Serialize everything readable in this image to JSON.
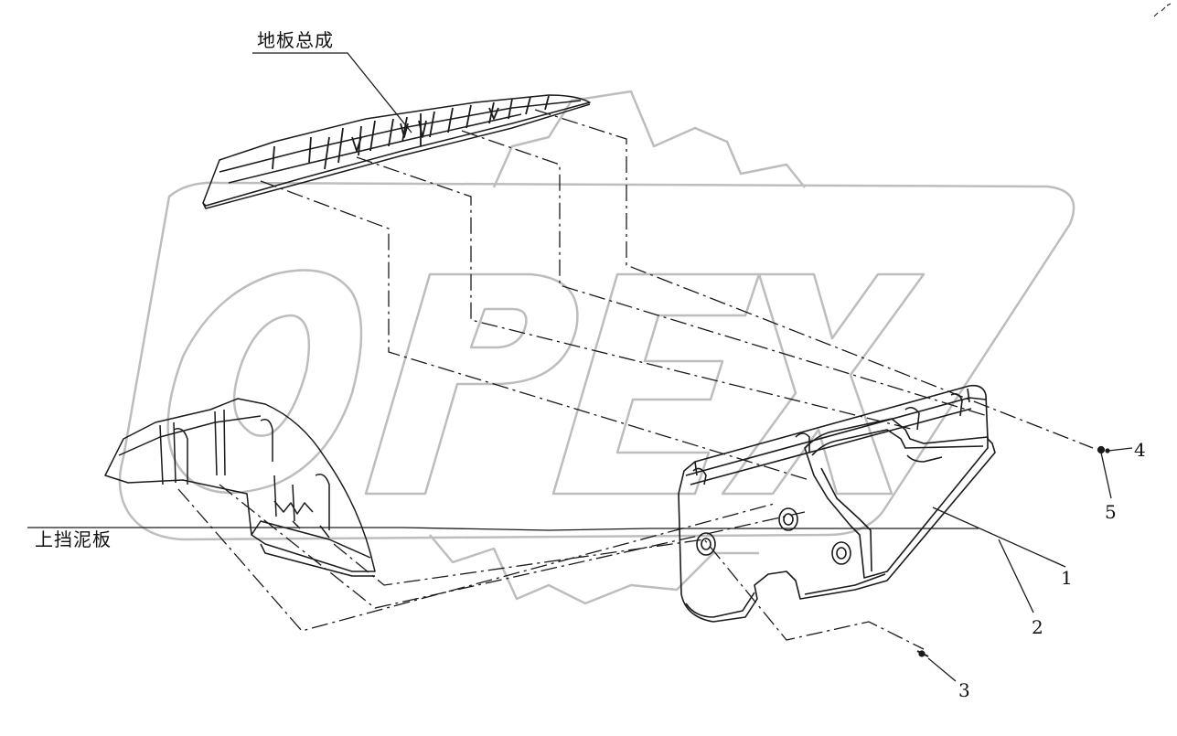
{
  "diagram": {
    "labels": {
      "floor_assembly": "地板总成",
      "upper_fender": "上挡泥板",
      "callout_1": "1",
      "callout_2": "2",
      "callout_3": "3",
      "callout_4": "4",
      "callout_5": "5"
    },
    "watermark": "OPEX",
    "colors": {
      "line": "#1a1a1a",
      "watermark_outline": "#bdbdbd",
      "background": "#ffffff"
    }
  }
}
